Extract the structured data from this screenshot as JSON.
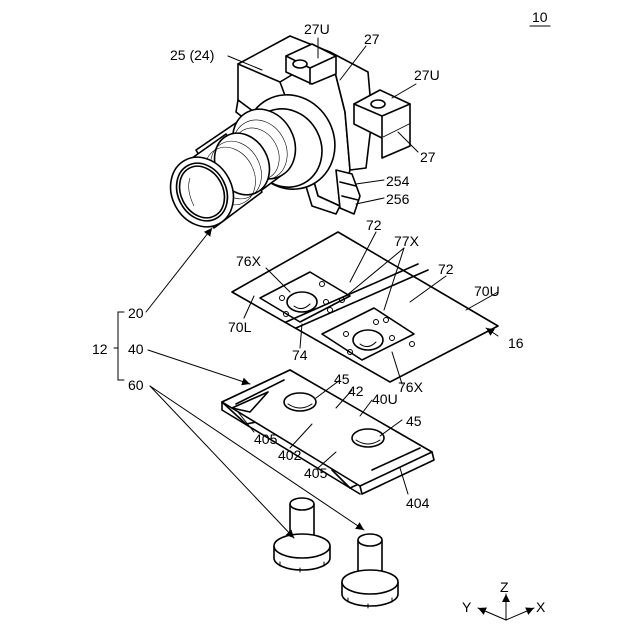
{
  "figure": {
    "number": "10",
    "labels": {
      "l27U_a": "27U",
      "l27_a": "27",
      "l25": "25 (24)",
      "l27U_b": "27U",
      "l27_b": "27",
      "l254": "254",
      "l256": "256",
      "l72_a": "72",
      "l77X": "77X",
      "l76X_a": "76X",
      "l72_b": "72",
      "l70U": "70U",
      "l20": "20",
      "l70L": "70L",
      "l16": "16",
      "l12": "12",
      "l40": "40",
      "l74": "74",
      "l76X_b": "76X",
      "l45_a": "45",
      "l42": "42",
      "l40U": "40U",
      "l60": "60",
      "l45_b": "45",
      "l405_a": "405",
      "l402": "402",
      "l405_b": "405",
      "l404": "404"
    },
    "axes": {
      "z": "Z",
      "y": "Y",
      "x": "X"
    }
  }
}
